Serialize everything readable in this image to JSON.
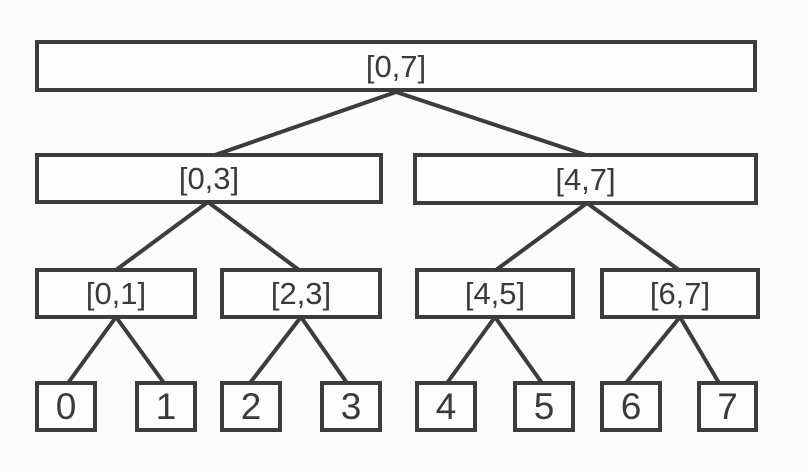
{
  "diagram": {
    "type": "segment-tree",
    "colors": {
      "stroke": "#3c3c3c",
      "text": "#3a3a3a",
      "background": "#fcfcfc",
      "node_fill": "#fdfdfd"
    }
  },
  "tree": {
    "levels": [
      {
        "nodes": [
          {
            "label": "[0,7]"
          }
        ]
      },
      {
        "nodes": [
          {
            "label": "[0,3]"
          },
          {
            "label": "[4,7]"
          }
        ]
      },
      {
        "nodes": [
          {
            "label": "[0,1]"
          },
          {
            "label": "[2,3]"
          },
          {
            "label": "[4,5]"
          },
          {
            "label": "[6,7]"
          }
        ]
      },
      {
        "nodes": [
          {
            "label": "0"
          },
          {
            "label": "1"
          },
          {
            "label": "2"
          },
          {
            "label": "3"
          },
          {
            "label": "4"
          },
          {
            "label": "5"
          },
          {
            "label": "6"
          },
          {
            "label": "7"
          }
        ]
      }
    ],
    "edges": [
      [
        "[0,7]",
        "[0,3]"
      ],
      [
        "[0,7]",
        "[4,7]"
      ],
      [
        "[0,3]",
        "[0,1]"
      ],
      [
        "[0,3]",
        "[2,3]"
      ],
      [
        "[4,7]",
        "[4,5]"
      ],
      [
        "[4,7]",
        "[6,7]"
      ],
      [
        "[0,1]",
        "0"
      ],
      [
        "[0,1]",
        "1"
      ],
      [
        "[2,3]",
        "2"
      ],
      [
        "[2,3]",
        "3"
      ],
      [
        "[4,5]",
        "4"
      ],
      [
        "[4,5]",
        "5"
      ],
      [
        "[6,7]",
        "6"
      ],
      [
        "[6,7]",
        "7"
      ]
    ]
  }
}
